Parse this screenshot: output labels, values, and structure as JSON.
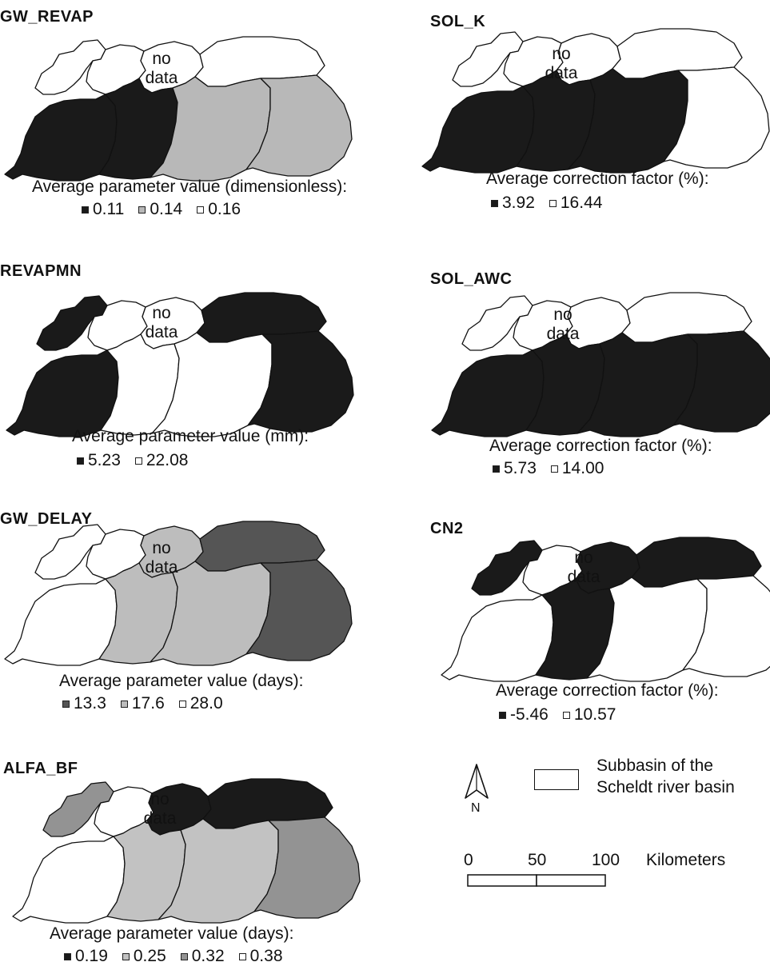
{
  "panels": [
    {
      "title": "GW_REVAP",
      "no_data": "no\ndata",
      "caption": "Average parameter value (dimensionless):",
      "legend": [
        {
          "label": "0.11",
          "color": "#1a1a1a"
        },
        {
          "label": "0.14",
          "color": "#b8b8b8"
        },
        {
          "label": "0.16",
          "color": "#ffffff"
        }
      ]
    },
    {
      "title": "SOL_K",
      "no_data": "no\ndata",
      "caption": "Average correction factor (%):",
      "legend": [
        {
          "label": "3.92",
          "color": "#1a1a1a"
        },
        {
          "label": "16.44",
          "color": "#ffffff"
        }
      ]
    },
    {
      "title": "REVAPMN",
      "no_data": "no\ndata",
      "caption": "Average parameter value (mm):",
      "legend": [
        {
          "label": "5.23",
          "color": "#1a1a1a"
        },
        {
          "label": "22.08",
          "color": "#ffffff"
        }
      ]
    },
    {
      "title": "SOL_AWC",
      "no_data": "no\ndata",
      "caption": "Average correction factor (%):",
      "legend": [
        {
          "label": "5.73",
          "color": "#1a1a1a"
        },
        {
          "label": "14.00",
          "color": "#ffffff"
        }
      ]
    },
    {
      "title": "GW_DELAY",
      "no_data": "no\ndata",
      "caption": "Average parameter value (days):",
      "legend": [
        {
          "label": "13.3",
          "color": "#555555"
        },
        {
          "label": "17.6",
          "color": "#bdbdbd"
        },
        {
          "label": "28.0",
          "color": "#ffffff"
        }
      ]
    },
    {
      "title": "CN2",
      "no_data": "no\ndata",
      "caption": "Average correction factor (%):",
      "legend": [
        {
          "label": "-5.46",
          "color": "#1a1a1a"
        },
        {
          "label": "10.57",
          "color": "#ffffff"
        }
      ]
    },
    {
      "title": "ALFA_BF",
      "no_data": "no\ndata",
      "caption": "Average parameter value (days):",
      "legend": [
        {
          "label": "0.19",
          "color": "#1a1a1a"
        },
        {
          "label": "0.25",
          "color": "#c2c2c2"
        },
        {
          "label": "0.32",
          "color": "#939393"
        },
        {
          "label": "0.38",
          "color": "#ffffff"
        }
      ]
    }
  ],
  "key": {
    "north_label": "N",
    "subbasin_label": "Subbasin of the\nScheldt river basin",
    "scale_ticks": [
      "0",
      "50",
      "100"
    ],
    "scale_unit": "Kilometers"
  }
}
